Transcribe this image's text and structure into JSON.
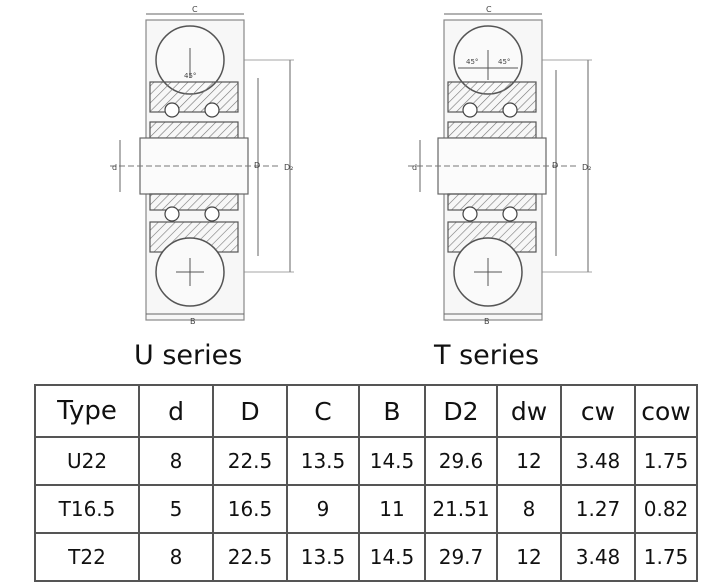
{
  "diagrams": [
    {
      "caption": "U series",
      "dim_labels": {
        "c": "C",
        "b": "B",
        "d": "d",
        "D": "D",
        "D2": "D₂",
        "angle": "45°"
      }
    },
    {
      "caption": "T series",
      "dim_labels": {
        "c": "C",
        "b": "B",
        "d": "d",
        "D": "D",
        "D2": "D₂",
        "angle_left": "45°",
        "angle_right": "45°"
      }
    }
  ],
  "table": {
    "headers": [
      "Type",
      "d",
      "D",
      "C",
      "B",
      "D2",
      "dw",
      "cw",
      "cow"
    ],
    "rows": [
      [
        "U22",
        "8",
        "22.5",
        "13.5",
        "14.5",
        "29.6",
        "12",
        "3.48",
        "1.75"
      ],
      [
        "T16.5",
        "5",
        "16.5",
        "9",
        "11",
        "21.51",
        "8",
        "1.27",
        "0.82"
      ],
      [
        "T22",
        "8",
        "22.5",
        "13.5",
        "14.5",
        "29.7",
        "12",
        "3.48",
        "1.75"
      ]
    ]
  }
}
